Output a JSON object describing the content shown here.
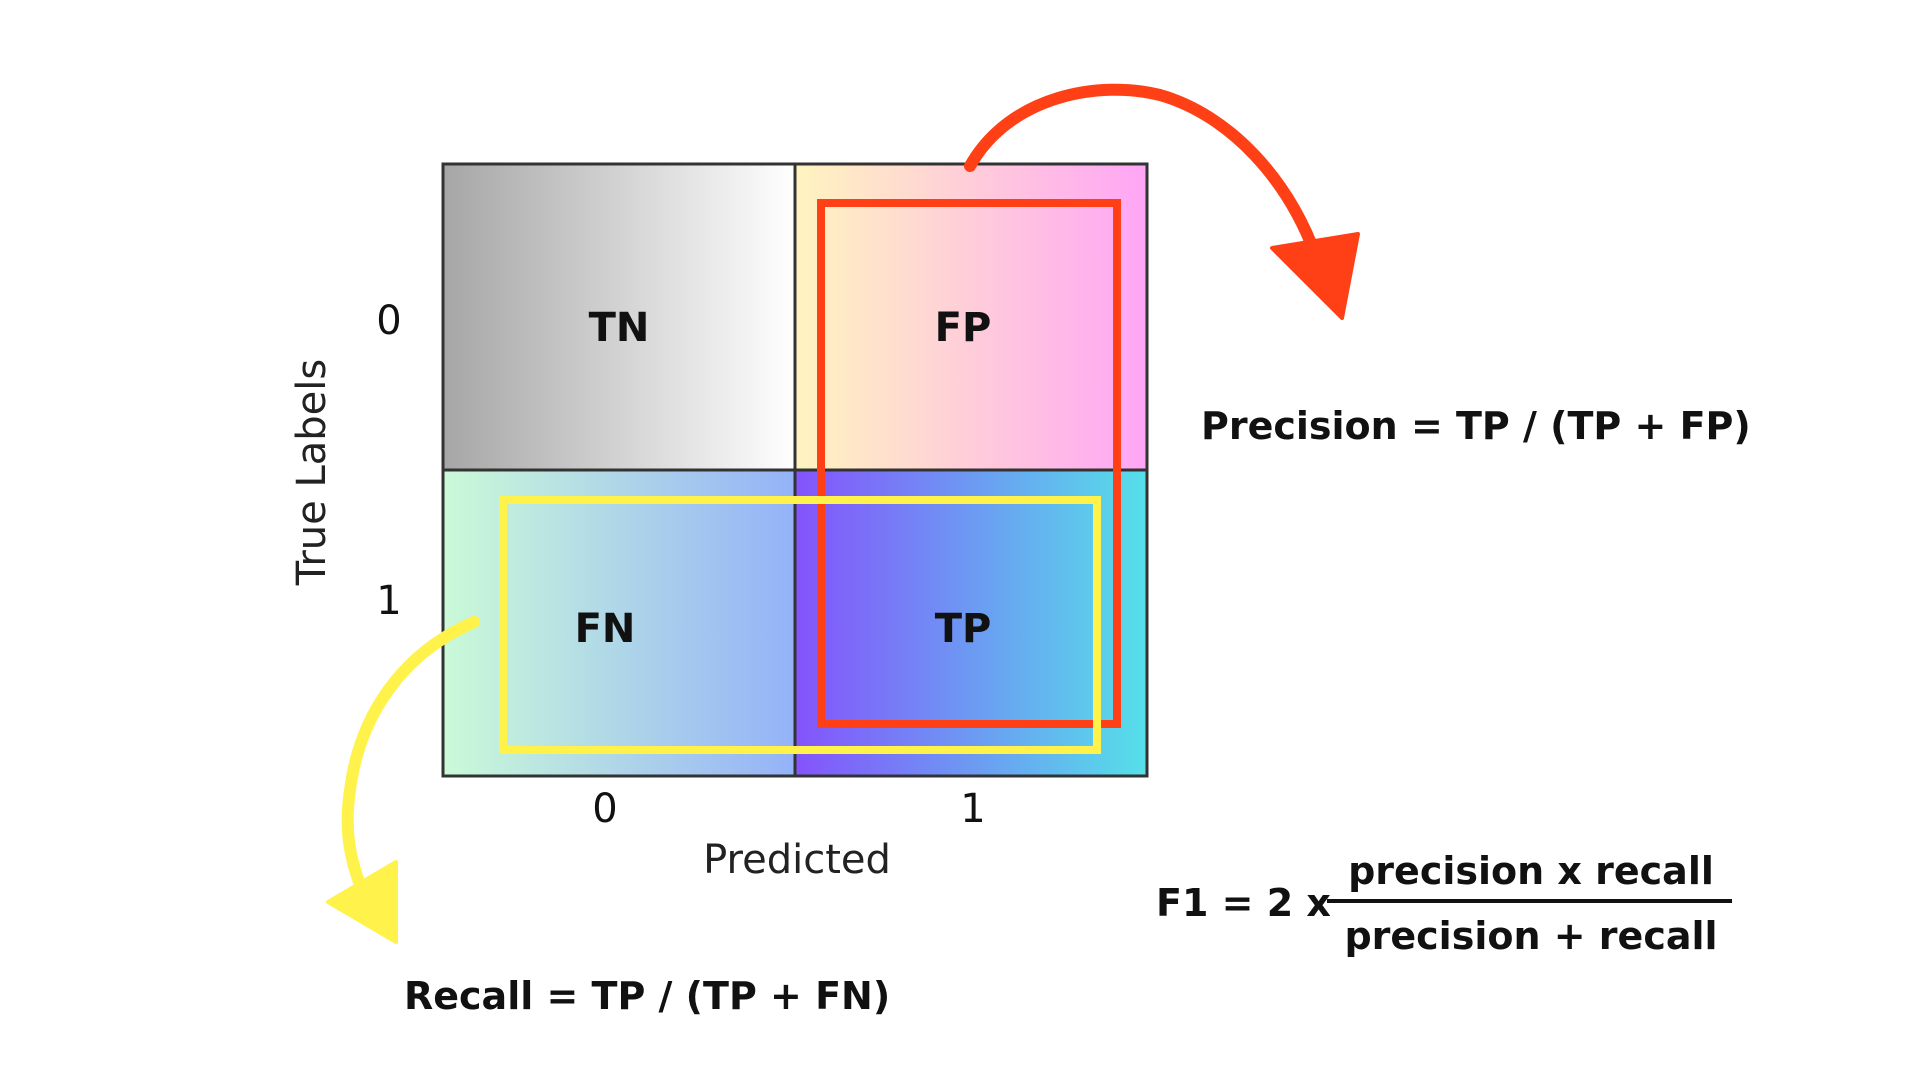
{
  "matrix": {
    "cells": {
      "tn": "TN",
      "fp": "FP",
      "fn": "FN",
      "tp": "TP"
    },
    "x_ticks": [
      "0",
      "1"
    ],
    "y_ticks": [
      "0",
      "1"
    ],
    "x_title": "Predicted",
    "y_title": "True Labels"
  },
  "formulas": {
    "precision": "Precision = TP / (TP + FP)",
    "recall": "Recall = TP / (TP + FN)",
    "f1_prefix": "F1 = 2 x",
    "f1_numerator": "precision x recall",
    "f1_denominator": "precision + recall"
  },
  "colors": {
    "precision_highlight": "#ff4016",
    "recall_highlight": "#fff24a",
    "grid_line": "#333333",
    "tn_gradient": [
      "#a6a6a6",
      "#ffffff"
    ],
    "fp_gradient": [
      "#fff4bf",
      "#ffa5f5"
    ],
    "fn_gradient": [
      "#cafad8",
      "#94b2f8"
    ],
    "tp_gradient": [
      "#8453fc",
      "#55e0e9"
    ]
  },
  "icons": {
    "precision_arrow": "curved-arrow-icon",
    "recall_arrow": "curved-arrow-icon"
  }
}
